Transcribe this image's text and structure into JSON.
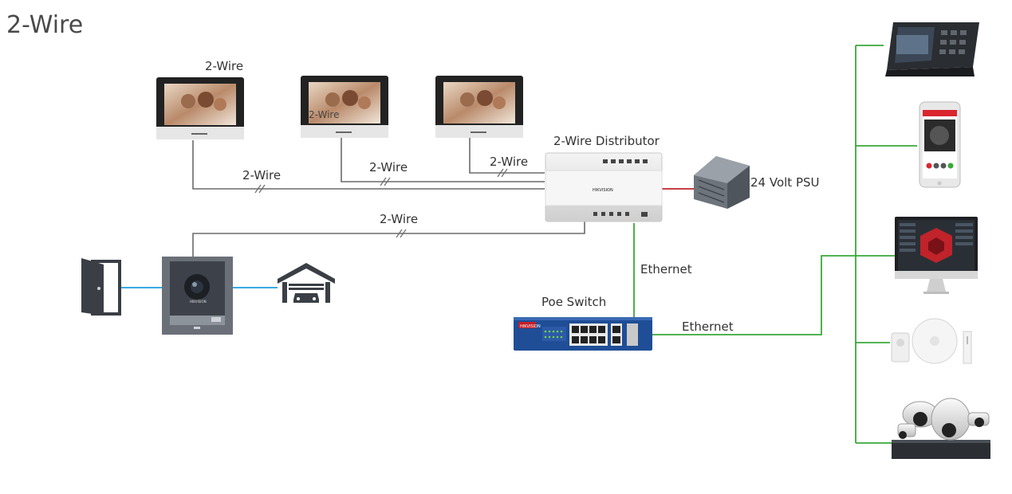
{
  "title": "2-Wire",
  "labels": {
    "monitor1_top": "2-Wire",
    "monitor2_overlap": "2-Wire",
    "wire_m1": "2-Wire",
    "wire_m2": "2-Wire",
    "wire_m3": "2-Wire",
    "wire_door": "2-Wire",
    "distributor": "2-Wire Distributor",
    "psu": "24 Volt PSU",
    "ethernet_vertical": "Ethernet",
    "ethernet_horizontal": "Ethernet",
    "poe_switch": "Poe Switch"
  },
  "device_text": {
    "distributor_brand": "HIKVISION",
    "switch_brand": "HIKVISION",
    "doorstation_brand": "HIKVISION"
  },
  "colors": {
    "wire": "#6b6b6b",
    "ethernet": "#3aa83a",
    "signal": "#1e9be0",
    "power": "#c0232a",
    "switch_blue": "#1f4e96"
  }
}
